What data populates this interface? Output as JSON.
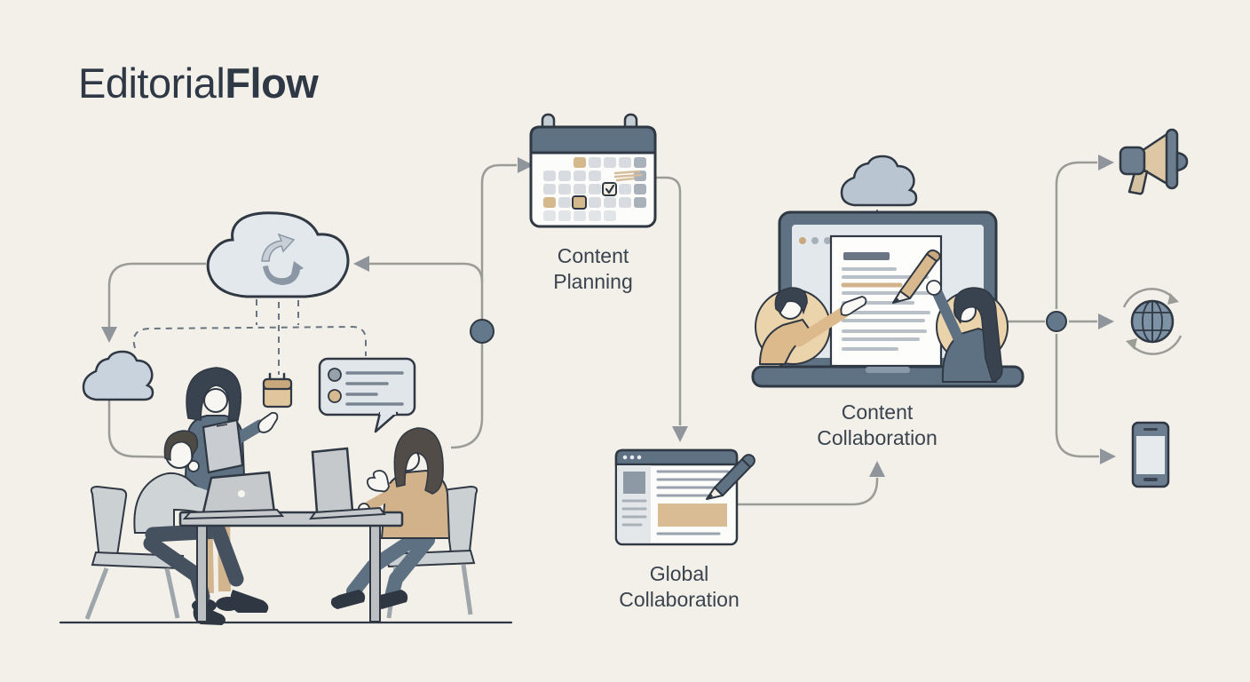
{
  "page": {
    "title": {
      "regular": "Editorial",
      "bold": "Flow"
    }
  },
  "flow": {
    "stages": {
      "team_discussion": {
        "label": "",
        "icon": "team-meeting-illustration"
      },
      "planning": {
        "label": "Content Planning",
        "icon": "calendar-icon"
      },
      "global_collaboration": {
        "label": "Global Collaboration",
        "icon": "browser-document-pen-icon"
      },
      "content_collaboration": {
        "label": "Content Collaboration",
        "icon": "laptop-coediting-illustration"
      }
    },
    "outputs": [
      {
        "id": "broadcast",
        "icon": "megaphone-icon"
      },
      {
        "id": "web-publish",
        "icon": "globe-sync-icon"
      },
      {
        "id": "mobile",
        "icon": "smartphone-icon"
      }
    ]
  },
  "palette": {
    "background": "#F2F0E9",
    "ink_outline": "#2F3843",
    "slate": "#5E7284",
    "slate_light": "#C6D0D9",
    "cloud_fill": "#E3E8EC",
    "small_cloud_fill": "#C9D3DE",
    "tan_accent": "#D6B88D",
    "connector_gray": "#9C9C97",
    "dash_gray": "#6A7582",
    "label_text": "#3A434E",
    "title_text": "#2F3845"
  }
}
